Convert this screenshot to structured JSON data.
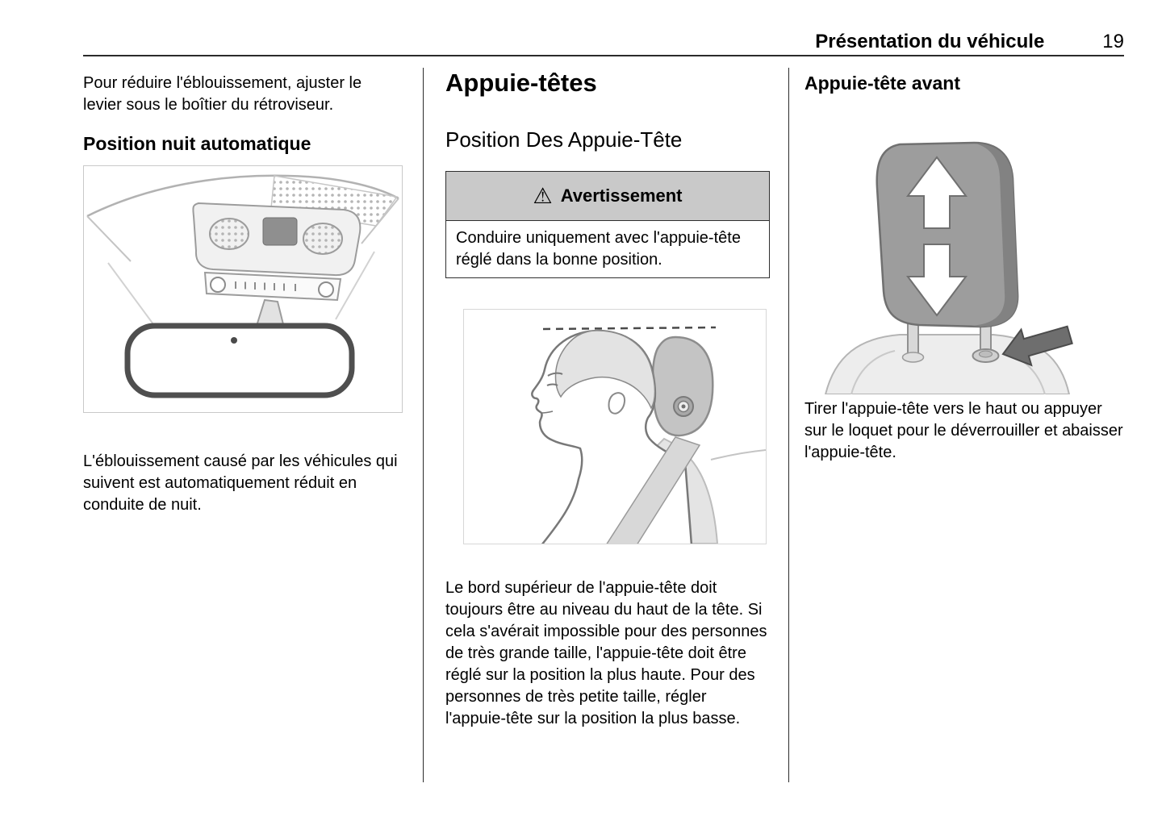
{
  "header": {
    "title": "Présentation du véhicule",
    "page": "19"
  },
  "left": {
    "para1": "Pour réduire l'éblouissement, ajuster le levier sous le boîtier du rétroviseur.",
    "heading": "Position nuit automatique",
    "para2": "L'éblouissement causé par les véhicules qui suivent est automatiquement réduit en conduite de nuit."
  },
  "middle": {
    "title": "Appuie-têtes",
    "subtitle": "Position Des Appuie-Tête",
    "warning": {
      "icon": "⚠",
      "label": "Avertissement",
      "body": "Conduire uniquement avec l'appuie-tête réglé dans la bonne position."
    },
    "para": "Le bord supérieur de l'appuie-tête doit toujours être au niveau du haut de la tête. Si cela s'avérait impossible pour des personnes de très grande taille, l'appuie-tête doit être réglé sur la position la plus haute. Pour des personnes de très petite taille, régler l'appuie-tête sur la position la plus basse."
  },
  "right": {
    "heading": "Appuie-tête avant",
    "para": "Tirer l'appuie-tête vers le haut ou appuyer sur le loquet pour le déverrouiller et abaisser l'appuie-tête."
  },
  "colors": {
    "warning_header_bg": "#c9c9c9",
    "rule": "#2b2b2b",
    "headrest_gray": "#9d9d9d"
  }
}
